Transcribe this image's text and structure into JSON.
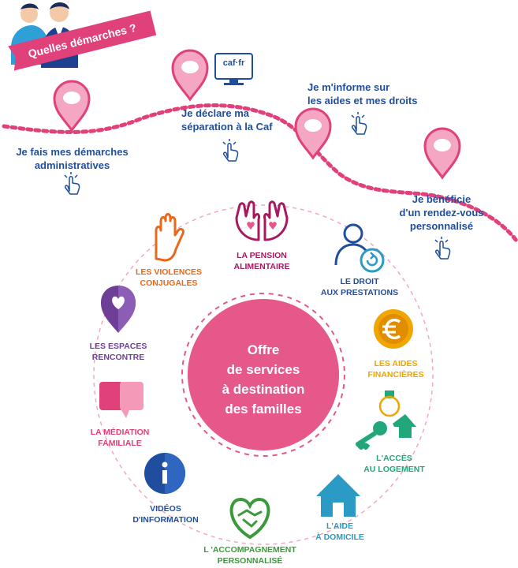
{
  "banner": {
    "label": "Quelles démarches ?"
  },
  "logo": {
    "text": "caf·fr"
  },
  "journey": [
    {
      "id": "demarches",
      "line1": "Je fais mes démarches",
      "line2": "administratives"
    },
    {
      "id": "separation",
      "line1": "Je déclare ma",
      "line2": "séparation à la Caf"
    },
    {
      "id": "informe",
      "line1": "Je m'informe sur",
      "line2": "les aides et mes droits"
    },
    {
      "id": "rdv",
      "line1": "Je bénéficie",
      "line2": "d'un rendez-vous",
      "line3": "personnalisé"
    }
  ],
  "center": {
    "line1": "Offre",
    "line2": "de services",
    "line3": "à destination",
    "line4": "des familles"
  },
  "services": [
    {
      "id": "pension",
      "line1": "LA PENSION",
      "line2": "ALIMENTAIRE",
      "color": "#a8185f",
      "icon": "hands-icon"
    },
    {
      "id": "droit",
      "line1": "LE DROIT",
      "line2": "AUX PRESTATIONS",
      "color": "#1f4e9e",
      "icon": "person-refresh-icon"
    },
    {
      "id": "aides",
      "line1": "LES AIDES",
      "line2": "FINANCIÈRES",
      "color": "#f0a500",
      "icon": "euro-coin-icon"
    },
    {
      "id": "logement",
      "line1": "L'ACCÈS",
      "line2": "AU LOGEMENT",
      "color": "#21a77a",
      "icon": "keys-icon"
    },
    {
      "id": "domicile",
      "line1": "L'AIDE",
      "line2": "À DOMICILE",
      "color": "#2b9bc6",
      "icon": "house-icon"
    },
    {
      "id": "accompagnement",
      "line1": "L 'ACCOMPAGNEMENT",
      "line2": "PERSONNALISÉ",
      "color": "#3a9a3a",
      "icon": "heart-handshake-icon"
    },
    {
      "id": "videos",
      "line1": "VIDÉOS",
      "line2": "D'INFORMATION",
      "color": "#1f4e9e",
      "icon": "info-icon"
    },
    {
      "id": "mediation",
      "line1": "LA MÉDIATION",
      "line2": "FAMILIALE",
      "color": "#e0417a",
      "icon": "speech-bubbles-icon"
    },
    {
      "id": "espaces",
      "line1": "LES ESPACES",
      "line2": "RENCONTRE",
      "color": "#6f3f98",
      "icon": "heart-pin-icon"
    },
    {
      "id": "violences",
      "line1": "LES VIOLENCES",
      "line2": "CONJUGALES",
      "color": "#e8681e",
      "icon": "stop-hand-icon"
    }
  ],
  "colors": {
    "pink": "#e6578a",
    "navy": "#1f4e9e",
    "dots": "#e0417a"
  }
}
